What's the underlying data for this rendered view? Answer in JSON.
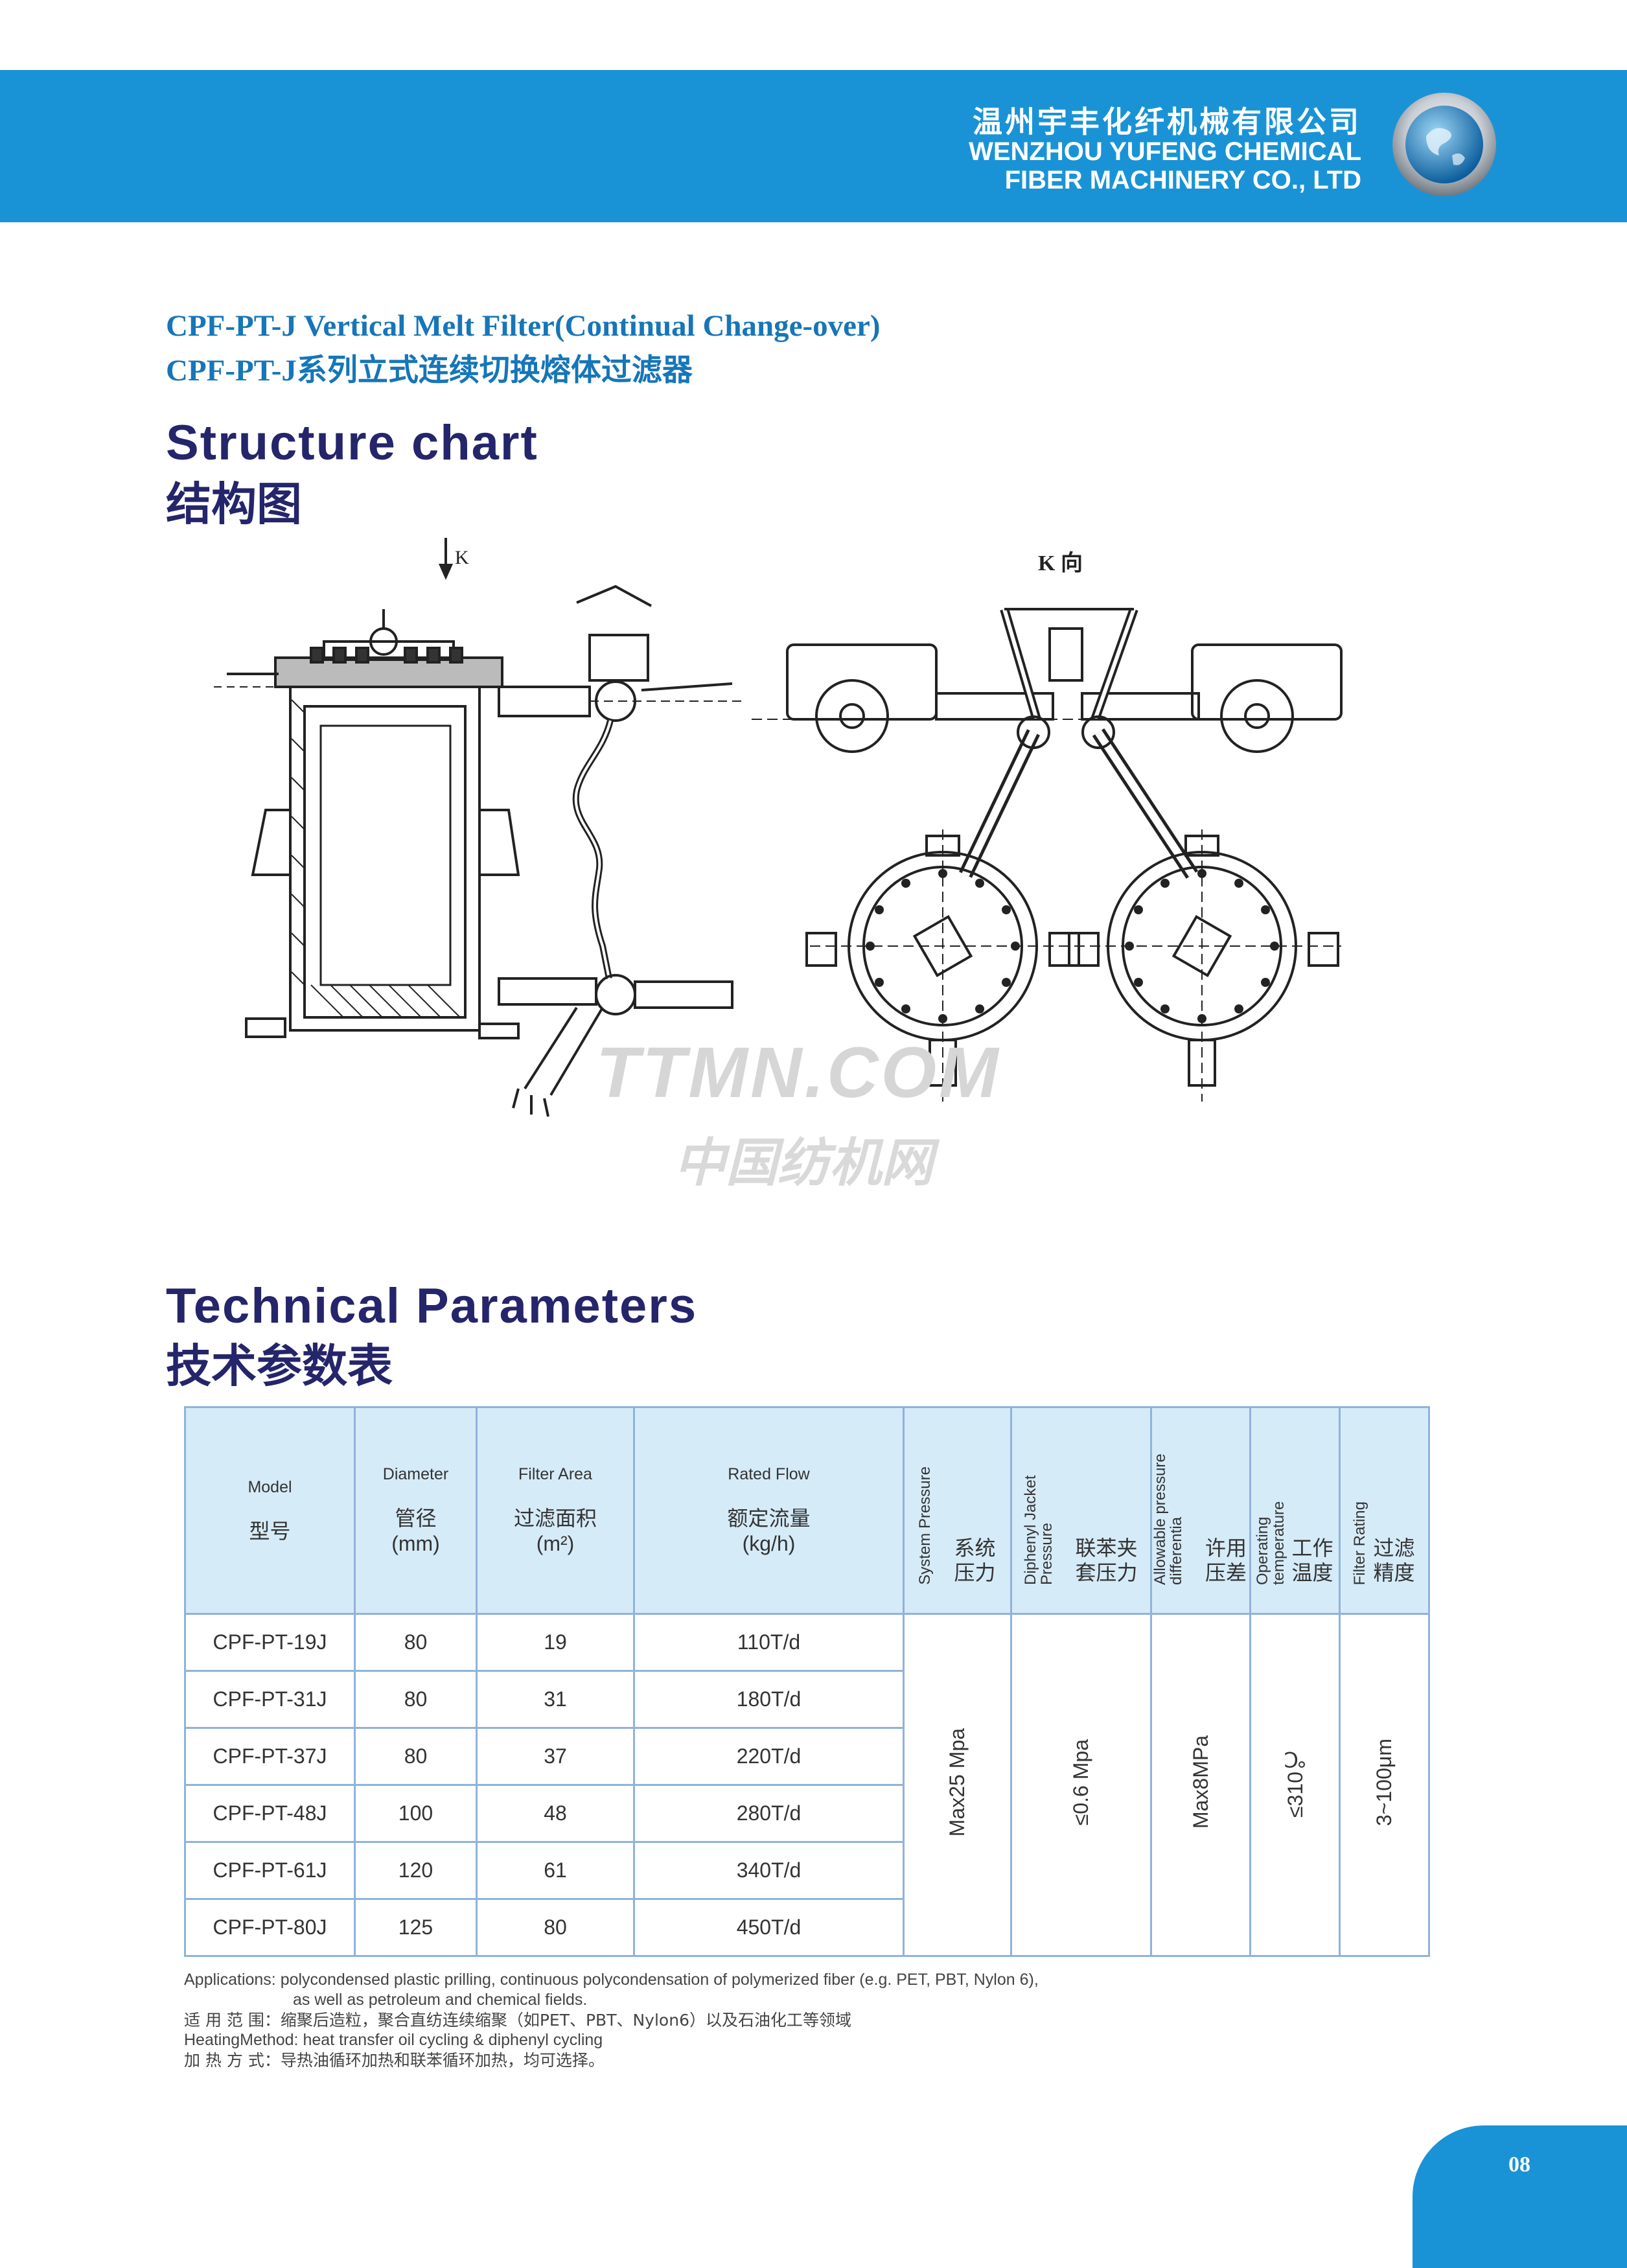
{
  "header": {
    "company_cn": "温州宇丰化纤机械有限公司",
    "company_en_line1": "WENZHOU YUFENG CHEMICAL",
    "company_en_line2": "FIBER MACHINERY CO., LTD",
    "logo_icon": "globe-logo-icon"
  },
  "product": {
    "title_en": "CPF-PT-J Vertical Melt Filter(Continual Change-over)",
    "title_cn": "CPF-PT-J系列立式连续切换熔体过滤器"
  },
  "structure": {
    "title_en": "Structure chart",
    "title_cn": "结构图",
    "label_k": "K",
    "label_k_dir": "K 向"
  },
  "watermark": {
    "en": "TTMN.COM",
    "cn": "中国纺机网"
  },
  "technical": {
    "title_en": "Technical Parameters",
    "title_cn": "技术参数表"
  },
  "table": {
    "headers": [
      {
        "en": "Model",
        "cn": "型号",
        "unit": ""
      },
      {
        "en": "Diameter",
        "cn": "管径",
        "unit": "(mm)"
      },
      {
        "en": "Filter Area",
        "cn": "过滤面积",
        "unit": "(m²)"
      },
      {
        "en": "Rated Flow",
        "cn": "额定流量",
        "unit": "(kg/h)"
      },
      {
        "en": "System Pressure",
        "cn": "系统压力"
      },
      {
        "en": "Diphenyl Jacket Pressure",
        "cn": "联苯夹套压力"
      },
      {
        "en": "Allowable pressure differentia",
        "cn": "许用压差"
      },
      {
        "en": "Operating temperature",
        "cn": "工作温度"
      },
      {
        "en": "Filter Rating",
        "cn": "过滤精度"
      }
    ],
    "rows": [
      {
        "model": "CPF-PT-19J",
        "diameter": "80",
        "area": "19",
        "flow": "110T/d"
      },
      {
        "model": "CPF-PT-31J",
        "diameter": "80",
        "area": "31",
        "flow": "180T/d"
      },
      {
        "model": "CPF-PT-37J",
        "diameter": "80",
        "area": "37",
        "flow": "220T/d"
      },
      {
        "model": "CPF-PT-48J",
        "diameter": "100",
        "area": "48",
        "flow": "280T/d"
      },
      {
        "model": "CPF-PT-61J",
        "diameter": "120",
        "area": "61",
        "flow": "340T/d"
      },
      {
        "model": "CPF-PT-80J",
        "diameter": "125",
        "area": "80",
        "flow": "450T/d"
      }
    ],
    "shared": {
      "system_pressure": "Max25 Mpa",
      "jacket_pressure": "≤0.6 Mpa",
      "pressure_diff": "Max8MPa",
      "temperature": "≤310℃",
      "filter_rating": "3~100μm"
    }
  },
  "notes": {
    "applications_en_1": "Applications: polycondensed plastic prilling, continuous polycondensation of polymerized fiber (e.g. PET, PBT, Nylon 6),",
    "applications_en_2": "as well as petroleum and chemical fields.",
    "applications_cn": "适 用 范 围：缩聚后造粒，聚合直纺连续缩聚（如PET、PBT、Nylon6）以及石油化工等领域",
    "heating_en": "HeatingMethod: heat transfer oil cycling & diphenyl cycling",
    "heating_cn": "加 热 方 式：导热油循环加热和联苯循环加热，均可选择。"
  },
  "page_number": "08"
}
